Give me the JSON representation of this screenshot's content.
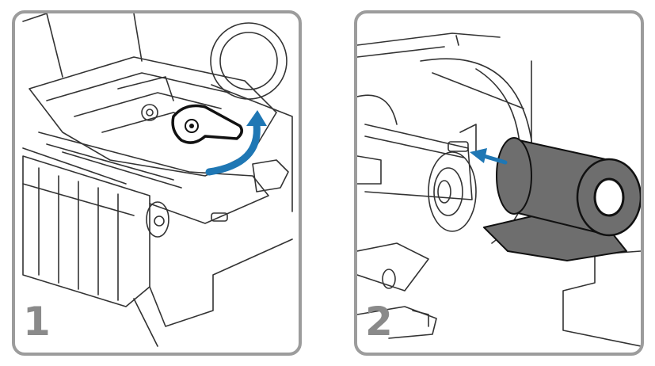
{
  "steps": [
    {
      "number": "1",
      "illustration": "open-printhead-lever",
      "arrow_color": "#1f77b4"
    },
    {
      "number": "2",
      "illustration": "insert-ribbon-roll",
      "arrow_color": "#1f77b4"
    }
  ],
  "colors": {
    "panel_border": "#9c9c9c",
    "line_art": "#333333",
    "ribbon": "#6e6e6e",
    "arrow": "#1f77b4",
    "step_number": "#8a8a8a"
  }
}
